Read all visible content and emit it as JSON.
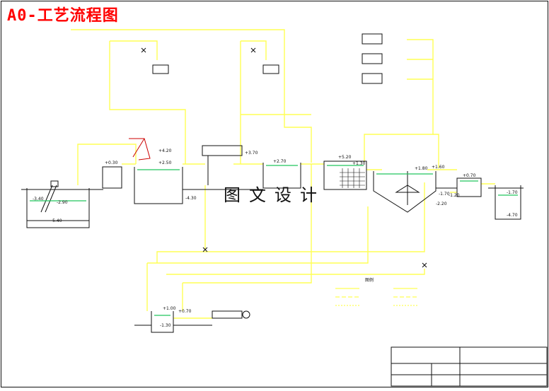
{
  "page": {
    "title": "A0-工艺流程图",
    "watermark": "图文设计"
  },
  "colors": {
    "pipe": "#ffff55",
    "line": "#111111",
    "water": "#22c55e",
    "title": "#ff0000",
    "annotation": "#cc0000"
  },
  "levels": {
    "grille_1": "-3.40",
    "grille_2": "-2.90",
    "grille_3": "-5.40",
    "lift_out": "+0.30",
    "tank_top": "+4.20",
    "tank_water": "+2.50",
    "tank_bottom": "-4.30",
    "splitter": "+3.70",
    "second_tank": "+2.70",
    "filter_top": "+5.20",
    "filter_water": "+1.30",
    "clarifier": "+1.80",
    "clarifier_out": "+1.60",
    "clarifier_bottom": "-2.20",
    "clarifier_side": "-1.70",
    "final_1": "+0.70",
    "final_2": "-1.20",
    "reuse_1": "-1.70",
    "reuse_2": "-4.70",
    "sludge_1": "+1.00",
    "sludge_2": "+0.70",
    "sludge_3": "-1.30"
  },
  "legend": {
    "title": "图例"
  }
}
